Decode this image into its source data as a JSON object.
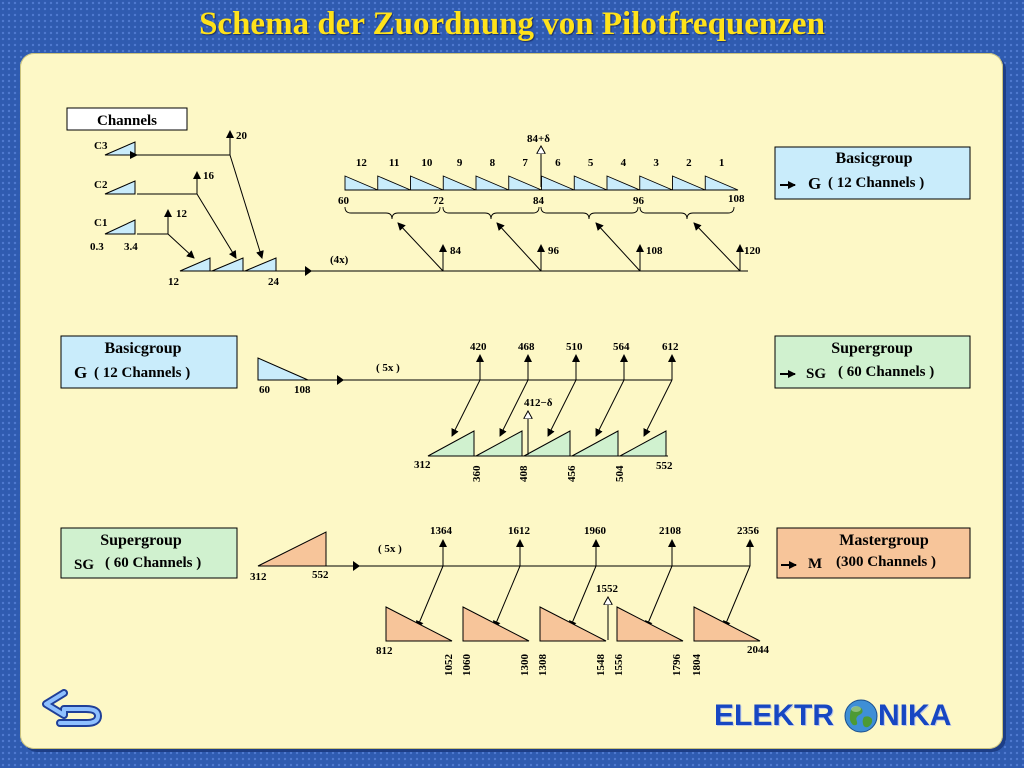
{
  "title": "Schema der Zuordnung von Pilotfrequenzen",
  "logo": {
    "left": "ELEKTR",
    "right": "NIKA"
  },
  "colors": {
    "basicgroup": "#c9ecfb",
    "supergroup": "#d0f1cf",
    "mastergroup": "#f7c59a",
    "background": "#2f5bb0",
    "panel": "#fdf8c6",
    "title": "#ffe21a",
    "logo": "#1747c2"
  },
  "icons": {
    "back": "back-arrow-icon",
    "logo": "globe-icon"
  },
  "section1": {
    "channels_label": "Channels",
    "channel_labels": [
      "C3",
      "C2",
      "C1"
    ],
    "channel_range": [
      "0.3",
      "3.4"
    ],
    "carriers": [
      "20",
      "16",
      "12"
    ],
    "pregroup_edges": [
      "12",
      "24"
    ],
    "multiplier": "(4x)",
    "pilot": "84+δ",
    "channel_numbers": [
      "12",
      "11",
      "10",
      "9",
      "8",
      "7",
      "6",
      "5",
      "4",
      "3",
      "2",
      "1"
    ],
    "band_ticks": [
      "60",
      "72",
      "84",
      "96",
      "108"
    ],
    "carrier_freqs": [
      "84",
      "96",
      "108",
      "120"
    ],
    "result_box": {
      "title": "Basicgroup",
      "symbol": "G",
      "channels": "( 12 Channels )"
    }
  },
  "section2": {
    "input_box": {
      "title": "Basicgroup",
      "symbol": "G",
      "channels": "( 12 Channels )"
    },
    "input_range": [
      "60",
      "108"
    ],
    "multiplier": "( 5x )",
    "carriers": [
      "420",
      "468",
      "510",
      "564",
      "612"
    ],
    "pilot": "412−δ",
    "band_ticks": [
      "312",
      "360",
      "408",
      "456",
      "504",
      "552"
    ],
    "result_box": {
      "title": "Supergroup",
      "symbol": "SG",
      "channels": "( 60 Channels )"
    }
  },
  "section3": {
    "input_box": {
      "title": "Supergroup",
      "symbol": "SG",
      "channels": "( 60 Channels )"
    },
    "input_range": [
      "312",
      "552"
    ],
    "multiplier": "( 5x )",
    "carriers": [
      "1364",
      "1612",
      "1960",
      "2108",
      "2356"
    ],
    "pilot": "1552",
    "band_ticks": [
      "812",
      "1052",
      "1060",
      "1300",
      "1308",
      "1548",
      "1556",
      "1796",
      "1804",
      "2044"
    ],
    "result_box": {
      "title": "Mastergroup",
      "symbol": "M",
      "channels": "(300 Channels )"
    }
  }
}
